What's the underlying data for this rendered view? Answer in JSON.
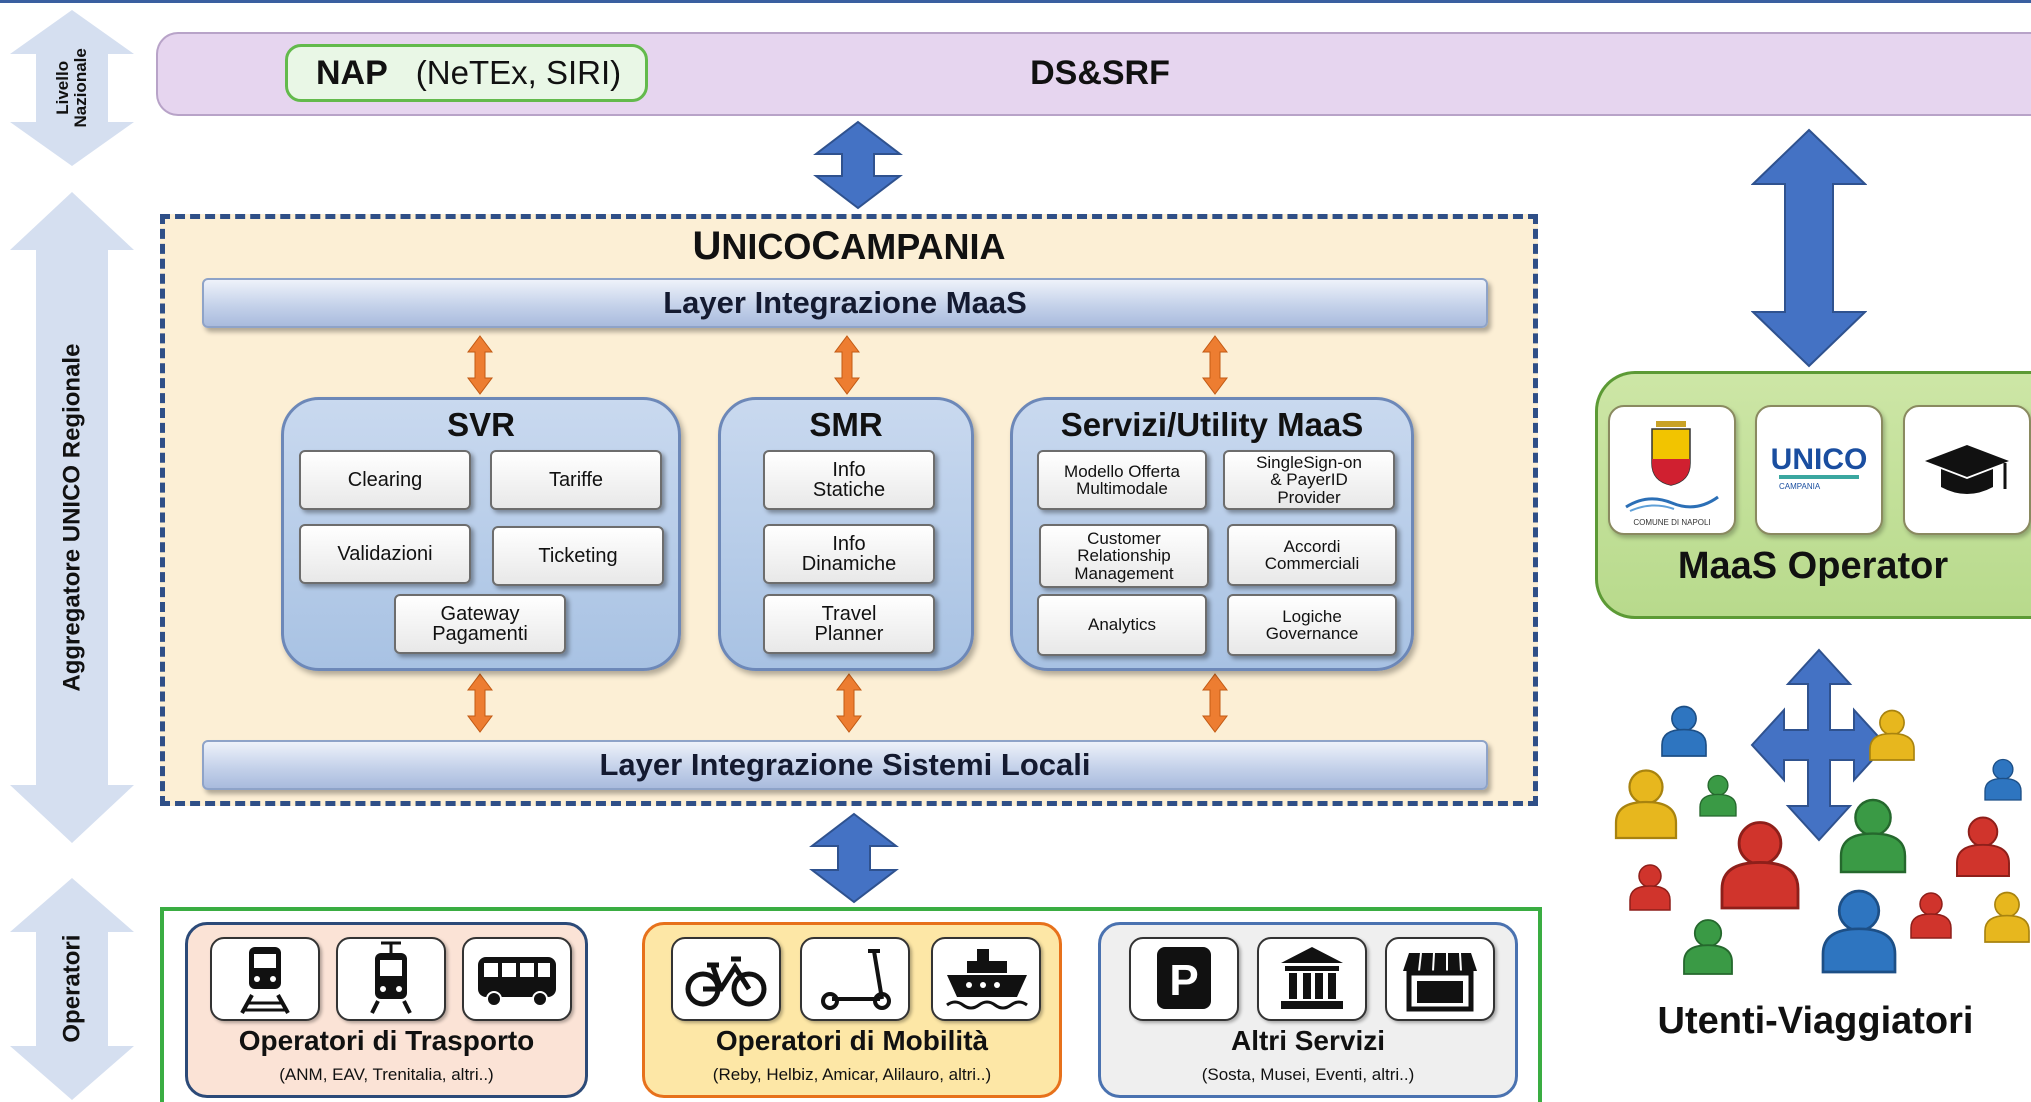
{
  "side_labels": {
    "nazionale": "Livello\nNazionale",
    "regionale": "Aggregatore UNICO Regionale",
    "operatori": "Operatori"
  },
  "national": {
    "nap_label": "NAP",
    "nap_formats": "(NeTEx, SIRI)",
    "dssrf": "DS&SRF"
  },
  "unico": {
    "title_u": "U",
    "title_nico": "NICO",
    "title_c": "C",
    "title_ampania": "AMPANIA",
    "layer_top": "Layer Integrazione MaaS",
    "layer_bottom": "Layer Integrazione Sistemi Locali",
    "svr": {
      "title": "SVR",
      "items": [
        "Clearing",
        "Tariffe",
        "Validazioni",
        "Ticketing",
        "Gateway\nPagamenti"
      ]
    },
    "smr": {
      "title": "SMR",
      "items": [
        "Info\nStatiche",
        "Info\nDinamiche",
        "Travel\nPlanner"
      ]
    },
    "servizi": {
      "title": "Servizi/Utility MaaS",
      "items": [
        "Modello Offerta\nMultimodale",
        "SingleSign-on\n& PayerID\nProvider",
        "Customer\nRelationship\nManagement",
        "Accordi\nCommerciali",
        "Analytics",
        "Logiche\nGovernance"
      ]
    }
  },
  "operators": [
    {
      "name": "Operatori di Trasporto",
      "sub": "(ANM, EAV, Trenitalia, altri..)",
      "icons": [
        "train-icon",
        "tram-icon",
        "bus-icon"
      ]
    },
    {
      "name": "Operatori di Mobilità",
      "sub": "(Reby, Helbiz, Amicar, Alilauro, altri..)",
      "icons": [
        "bicycle-icon",
        "scooter-icon",
        "ship-icon"
      ]
    },
    {
      "name": "Altri Servizi",
      "sub": "(Sosta, Musei, Eventi, altri..)",
      "icons": [
        "parking-icon",
        "museum-icon",
        "store-icon"
      ]
    }
  ],
  "maas": {
    "label": "MaaS Operator",
    "comune_text": "COMUNE DI NAPOLI",
    "unico_logo": "UNICO",
    "unico_logo_sub": "CAMPANIA"
  },
  "users": {
    "label": "Utenti-Viaggiatori"
  },
  "colors": {
    "arrow_blue": "#4472c4",
    "orange_arrow": "#ed7d31",
    "frame_green": "#3aad42",
    "dashed_blue": "#2f4f87"
  }
}
